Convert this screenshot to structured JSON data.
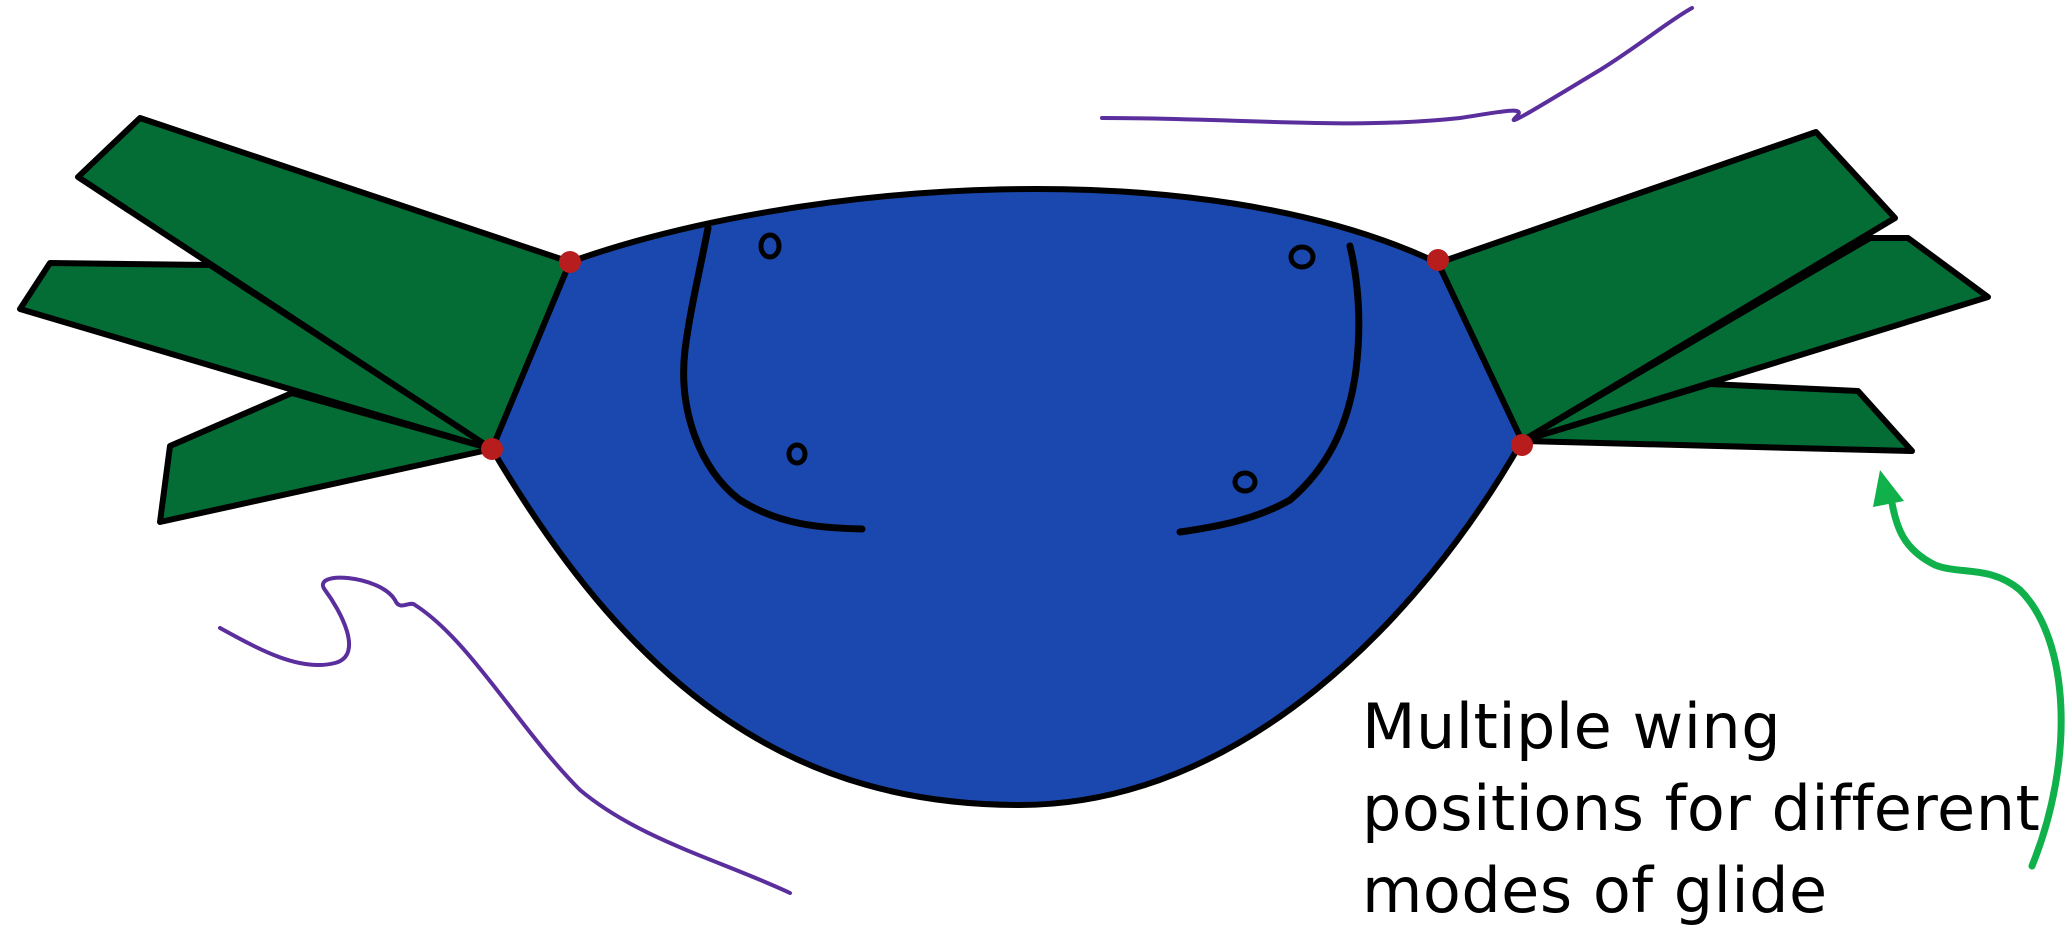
{
  "caption": {
    "line1": "Multiple wing",
    "line2": "positions for different",
    "line3": "modes of glide"
  },
  "colors": {
    "body": "#1b48ae",
    "wing": "#036d35",
    "outline": "#000000",
    "hinge": "#b81d1d",
    "airflow": "#5a2e9c",
    "arrow": "#10b14a",
    "background": "#ffffff"
  }
}
